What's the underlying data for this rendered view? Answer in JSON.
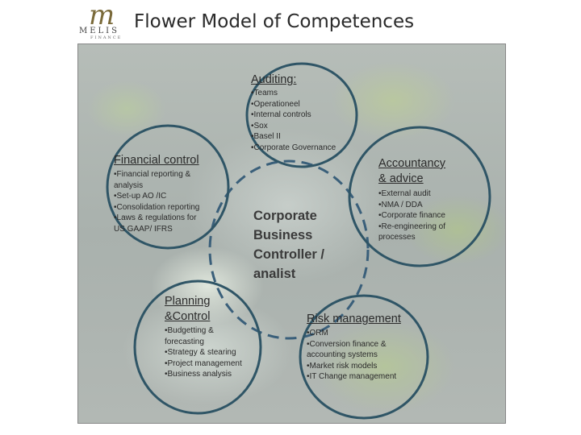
{
  "logo": {
    "letter": "m",
    "name": "MELIS",
    "sub": "FINANCE"
  },
  "title": "Flower Model of Competences",
  "center": [
    "Corporate",
    "Business",
    "Controller /",
    "analist"
  ],
  "colors": {
    "circle": "#2f5566",
    "dash": "#3a5f7a"
  },
  "petals": {
    "auditing": {
      "heading": "Auditing:",
      "items": [
        "•Teams",
        "•Operationeel",
        "•Internal controls",
        "•Sox",
        "•Basel II",
        "•Corporate Governance"
      ]
    },
    "financial": {
      "heading": "Financial control",
      "items": [
        "•Financial reporting &",
        "analysis",
        "•Set-up AO /IC",
        "•Consolidation reporting",
        "•Laws & regulations for",
        "US GAAP/ IFRS"
      ]
    },
    "accountancy": {
      "heading": [
        "Accountancy",
        "& advice"
      ],
      "items": [
        "•External audit",
        "•NMA / DDA",
        "•Corporate finance",
        "•Re-engineering of",
        "processes"
      ]
    },
    "planning": {
      "heading": [
        "Planning",
        "&Control"
      ],
      "items": [
        "•Budgetting &",
        "forecasting",
        "•Strategy & stearing",
        "•Project management",
        "•Business analysis"
      ]
    },
    "risk": {
      "heading": "Risk management",
      "items": [
        "•ORM",
        "•Conversion finance &",
        "accounting systems",
        "•Market risk models",
        "•IT Change management"
      ]
    }
  }
}
